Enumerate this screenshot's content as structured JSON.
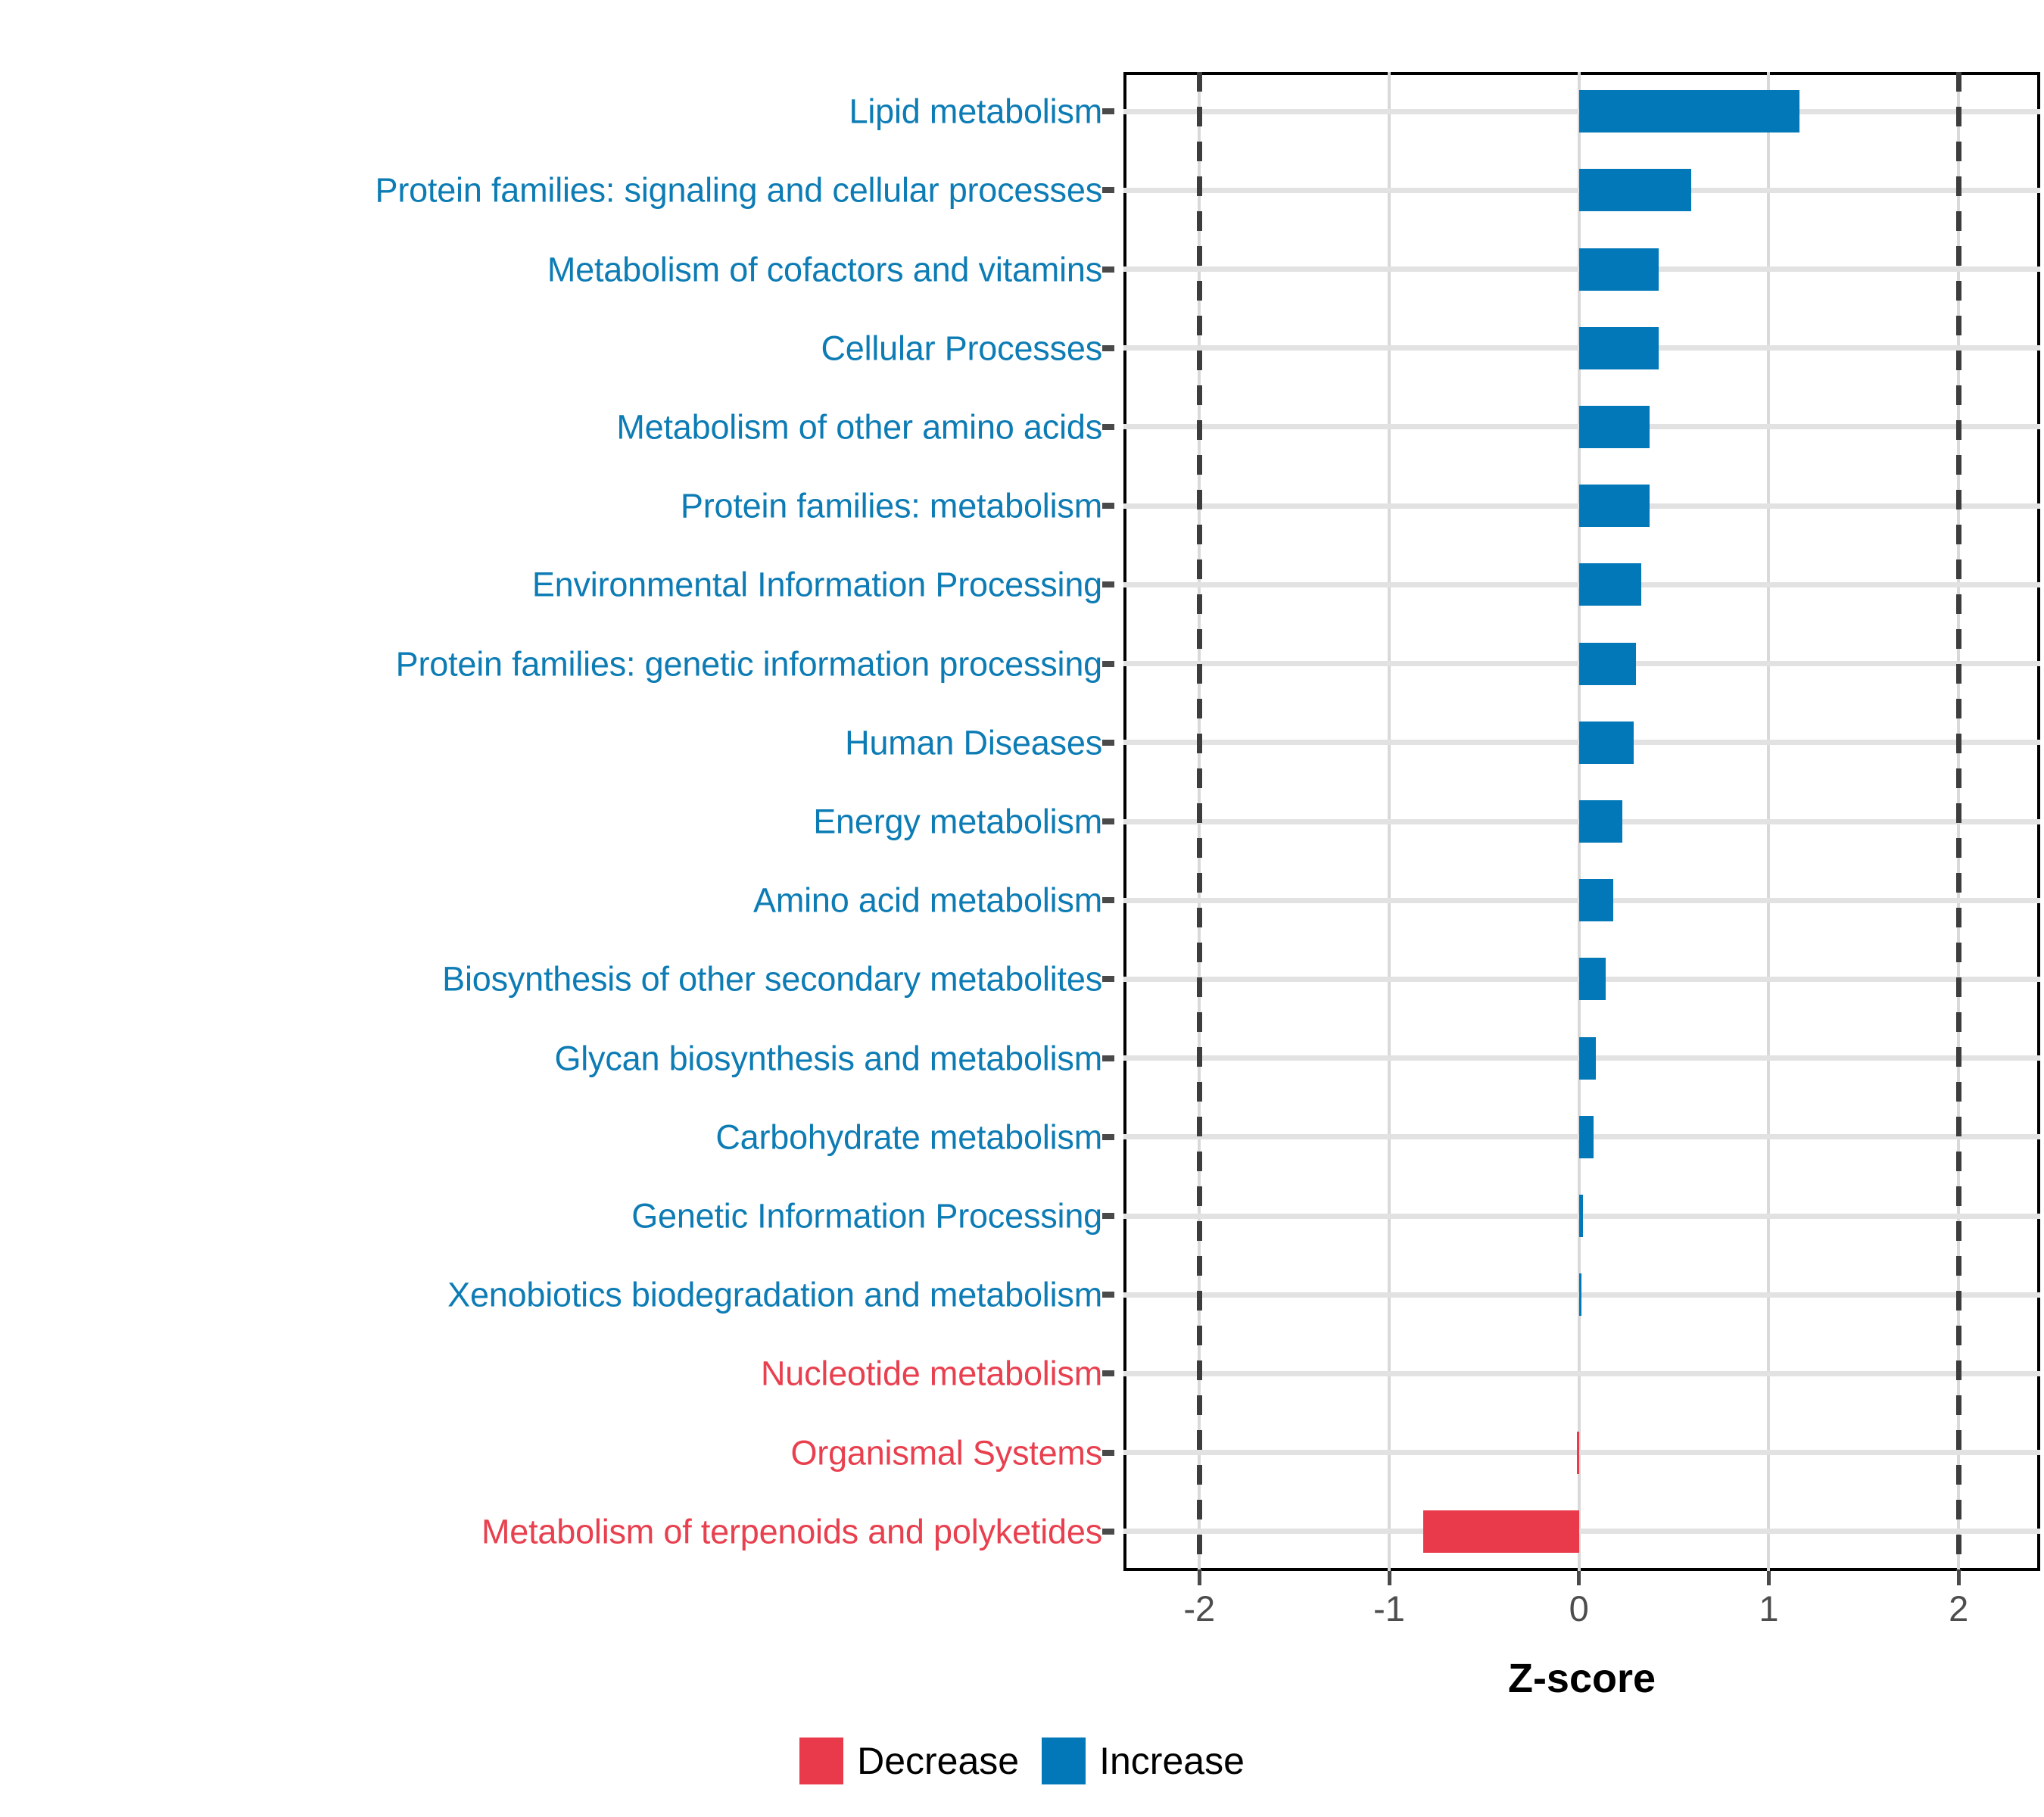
{
  "chart_data": {
    "type": "bar",
    "orientation": "horizontal",
    "title": "",
    "xlabel": "Z-score",
    "ylabel": "",
    "xlim": [
      -2.4,
      2.43
    ],
    "xticks": [
      -2,
      -1,
      0,
      1,
      2
    ],
    "xticklabels": [
      "-2",
      "-1",
      "0",
      "1",
      "2"
    ],
    "grid": "both",
    "reference_lines": [
      -2,
      2
    ],
    "legend_position": "bottom",
    "categories": [
      "Lipid metabolism",
      "Protein families: signaling and cellular processes",
      "Metabolism of cofactors and vitamins",
      "Cellular Processes",
      "Metabolism of other amino acids",
      "Protein families: metabolism",
      "Environmental Information Processing",
      "Protein families: genetic information processing",
      "Human Diseases",
      "Energy metabolism",
      "Amino acid metabolism",
      "Biosynthesis of other secondary metabolites",
      "Glycan biosynthesis and metabolism",
      "Carbohydrate metabolism",
      "Genetic Information Processing",
      "Xenobiotics biodegradation and metabolism",
      "Nucleotide metabolism",
      "Organismal Systems",
      "Metabolism of terpenoids and polyketides"
    ],
    "values": [
      1.16,
      0.59,
      0.42,
      0.42,
      0.37,
      0.37,
      0.33,
      0.3,
      0.29,
      0.23,
      0.18,
      0.14,
      0.09,
      0.075,
      0.02,
      0.008,
      0.0,
      -0.01,
      -0.82
    ],
    "direction": [
      "Increase",
      "Increase",
      "Increase",
      "Increase",
      "Increase",
      "Increase",
      "Increase",
      "Increase",
      "Increase",
      "Increase",
      "Increase",
      "Increase",
      "Increase",
      "Increase",
      "Increase",
      "Increase",
      "Decrease",
      "Decrease",
      "Decrease"
    ],
    "series": [
      {
        "name": "Increase",
        "color": "#0278b8"
      },
      {
        "name": "Decrease",
        "color": "#e83a4b"
      }
    ],
    "legend": [
      {
        "label": "Decrease",
        "color": "#e83a4b"
      },
      {
        "label": "Increase",
        "color": "#0278b8"
      }
    ]
  },
  "colors": {
    "increase": "#0278b8",
    "decrease": "#e83a4b",
    "increase_label": "#0d7cb5",
    "decrease_label": "#e8404f",
    "axis": "#4d4d4d",
    "grid": "#d9d9d9",
    "panel_border": "#000000",
    "background": "#ffffff"
  }
}
